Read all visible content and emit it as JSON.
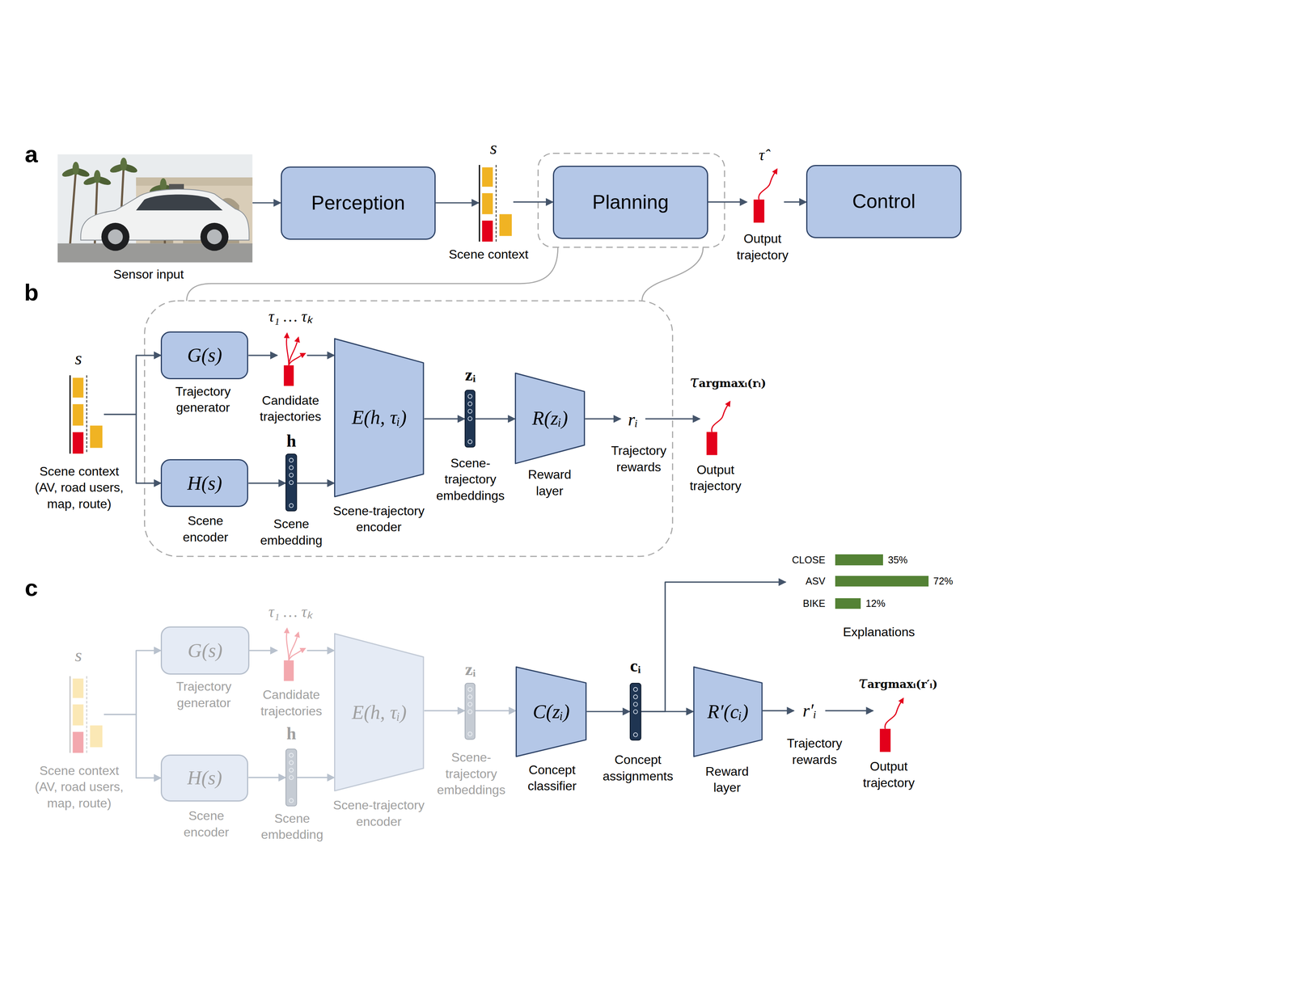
{
  "diagram": {
    "nodes": [
      {
        "text": [
          "Sensor input"
        ]
      },
      {
        "text": [
          "Perception"
        ]
      },
      {
        "text": [
          "s",
          "Scene context"
        ]
      },
      {
        "text": [
          "Planning"
        ]
      },
      {
        "text": [
          "τ̂",
          "Output trajectory"
        ]
      },
      {
        "text": [
          "Control"
        ]
      },
      {
        "text": [
          "s",
          "Scene context (AV, road users, map, route)"
        ]
      },
      {
        "text": [
          "G(s)",
          "Trajectory generator"
        ]
      },
      {
        "text": [
          "τ₁ … τₖ",
          "Candidate trajectories"
        ]
      },
      {
        "text": [
          "H(s)",
          "Scene encoder"
        ]
      },
      {
        "text": [
          "h",
          "Scene embedding"
        ]
      },
      {
        "text": [
          "E(h, τᵢ)",
          "Scene-trajectory encoder"
        ]
      },
      {
        "text": [
          "zᵢ",
          "Scene-trajectory embeddings"
        ]
      },
      {
        "text": [
          "R(zᵢ)",
          "Reward layer"
        ]
      },
      {
        "text": [
          "rᵢ",
          "Trajectory rewards"
        ]
      },
      {
        "text": [
          "τargmaxᵢ(rᵢ)",
          "Output trajectory"
        ]
      },
      {
        "text": [
          "s",
          "Scene context (AV, road users, map, route)"
        ]
      },
      {
        "text": [
          "G(s)",
          "Trajectory generator"
        ]
      },
      {
        "text": [
          "τ₁ … τₖ",
          "Candidate trajectories"
        ]
      },
      {
        "text": [
          "H(s)",
          "Scene encoder"
        ]
      },
      {
        "text": [
          "h",
          "Scene embedding"
        ]
      },
      {
        "text": [
          "E(h, τᵢ)",
          "Scene-trajectory encoder"
        ]
      },
      {
        "text": [
          "zᵢ",
          "Scene-trajectory embeddings"
        ]
      },
      {
        "text": [
          "C(zᵢ)",
          "Concept classifier"
        ]
      },
      {
        "text": [
          "cᵢ",
          "Concept assignments"
        ]
      },
      {
        "text": [
          "R′(cᵢ)",
          "Reward layer"
        ]
      },
      {
        "text": [
          "r′ᵢ",
          "Trajectory rewards"
        ]
      },
      {
        "text": [
          "τargmaxᵢ(r′ᵢ)",
          "Output trajectory"
        ]
      },
      {
        "text": [
          "CLOSE",
          "35%",
          "ASV",
          "72%",
          "BIKE",
          "12%",
          "Explanations"
        ]
      }
    ],
    "edges": [
      {
        "from": 0,
        "to": 1,
        "arrow": "to"
      },
      {
        "from": 1,
        "to": 2,
        "arrow": "to"
      },
      {
        "from": 2,
        "to": 3,
        "arrow": "to"
      },
      {
        "from": 3,
        "to": 4,
        "arrow": "to"
      },
      {
        "from": 4,
        "to": 5,
        "arrow": "to"
      },
      {
        "from": 6,
        "to": 7,
        "arrow": "to"
      },
      {
        "from": 6,
        "to": 9,
        "arrow": "to"
      },
      {
        "from": 7,
        "to": 8,
        "arrow": "to"
      },
      {
        "from": 8,
        "to": 11,
        "arrow": "to"
      },
      {
        "from": 9,
        "to": 10,
        "arrow": "to"
      },
      {
        "from": 10,
        "to": 11,
        "arrow": "to"
      },
      {
        "from": 11,
        "to": 12,
        "arrow": "to"
      },
      {
        "from": 12,
        "to": 13,
        "arrow": "to"
      },
      {
        "from": 13,
        "to": 14,
        "arrow": "to"
      },
      {
        "from": 14,
        "to": 15,
        "arrow": "to"
      },
      {
        "from": 16,
        "to": 17,
        "arrow": "to"
      },
      {
        "from": 16,
        "to": 19,
        "arrow": "to"
      },
      {
        "from": 17,
        "to": 18,
        "arrow": "to"
      },
      {
        "from": 18,
        "to": 21,
        "arrow": "to"
      },
      {
        "from": 19,
        "to": 20,
        "arrow": "to"
      },
      {
        "from": 20,
        "to": 21,
        "arrow": "to"
      },
      {
        "from": 21,
        "to": 22,
        "arrow": "to"
      },
      {
        "from": 22,
        "to": 23,
        "arrow": "to"
      },
      {
        "from": 23,
        "to": 24,
        "arrow": "to"
      },
      {
        "from": 24,
        "to": 25,
        "arrow": "to"
      },
      {
        "from": 24,
        "to": 28,
        "arrow": "to"
      },
      {
        "from": 25,
        "to": 26,
        "arrow": "to"
      },
      {
        "from": 26,
        "to": 27,
        "arrow": "to"
      }
    ],
    "labels": [
      "a",
      "b",
      "c"
    ]
  }
}
